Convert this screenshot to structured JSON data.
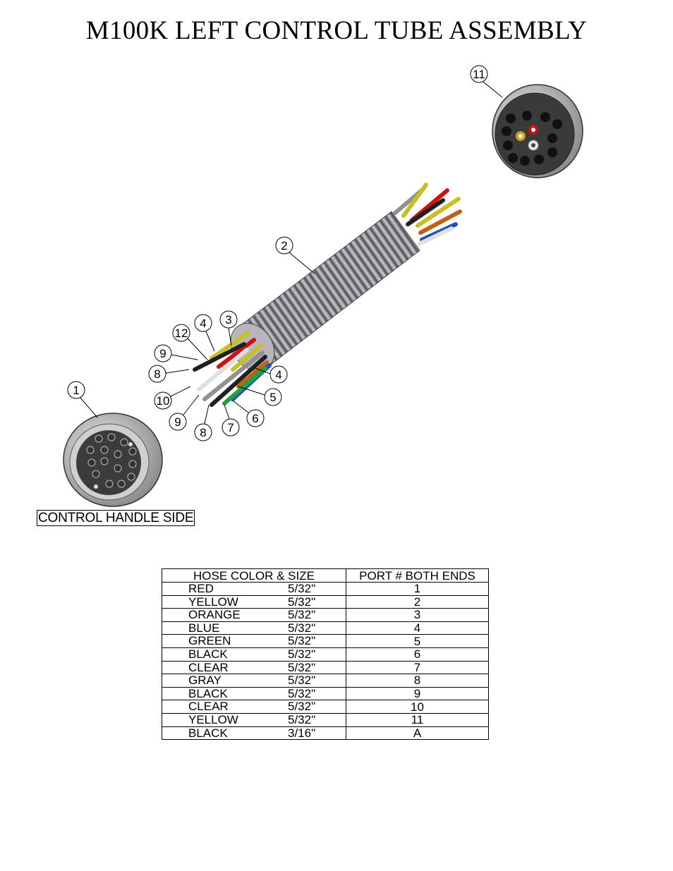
{
  "title": "M100K LEFT CONTROL TUBE ASSEMBLY",
  "side_label": "CONTROL HANDLE SIDE",
  "callouts": [
    "11",
    "2",
    "4",
    "3",
    "12",
    "9",
    "8",
    "10",
    "4",
    "5",
    "9",
    "6",
    "8",
    "7",
    "1"
  ],
  "table": {
    "headers": [
      "HOSE COLOR & SIZE",
      "PORT # BOTH ENDS"
    ],
    "rows": [
      {
        "color": "RED",
        "size": "5/32\"",
        "port": "1"
      },
      {
        "color": "YELLOW",
        "size": "5/32\"",
        "port": "2"
      },
      {
        "color": "ORANGE",
        "size": "5/32\"",
        "port": "3"
      },
      {
        "color": "BLUE",
        "size": "5/32\"",
        "port": "4"
      },
      {
        "color": "GREEN",
        "size": "5/32\"",
        "port": "5"
      },
      {
        "color": "BLACK",
        "size": "5/32\"",
        "port": "6"
      },
      {
        "color": "CLEAR",
        "size": "5/32\"",
        "port": "7"
      },
      {
        "color": "GRAY",
        "size": "5/32\"",
        "port": "8"
      },
      {
        "color": "BLACK",
        "size": "5/32\"",
        "port": "9"
      },
      {
        "color": "CLEAR",
        "size": "5/32\"",
        "port": "10"
      },
      {
        "color": "YELLOW",
        "size": "5/32\"",
        "port": "11"
      },
      {
        "color": "BLACK",
        "size": "3/16\"",
        "port": "A"
      }
    ]
  },
  "colors": {
    "red": "#d01010",
    "yellow": "#c8c020",
    "orange": "#c06010",
    "blue": "#2050c0",
    "green": "#20a040",
    "black": "#202020",
    "gray": "#909090",
    "clear": "#e0e0e0",
    "tube": "#8a8890"
  }
}
